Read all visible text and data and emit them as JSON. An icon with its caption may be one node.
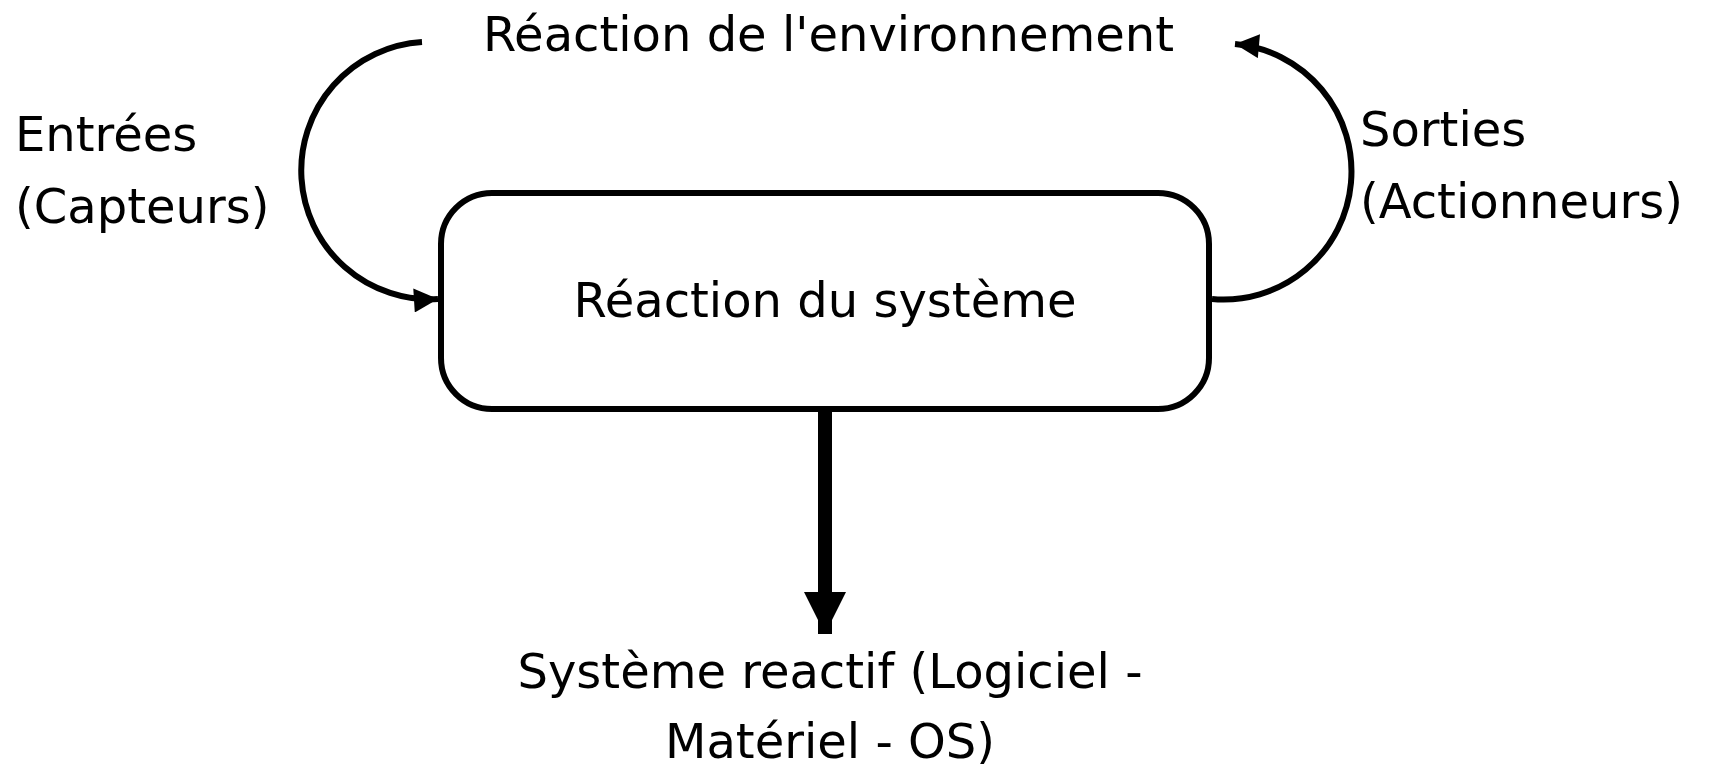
{
  "diagram": {
    "nodes": [
      {
        "text": [
          "Réaction de l'environnement"
        ]
      },
      {
        "text": [
          "Réaction du système"
        ]
      },
      {
        "text": [
          "Système reactif (Logiciel - Matériel - OS)"
        ]
      }
    ],
    "edges": [
      {
        "from": 0,
        "to": 1,
        "arrow": "to",
        "label": "Entrées (Capteurs)"
      },
      {
        "from": 1,
        "to": 0,
        "arrow": "to",
        "label": "Sorties (Actionneurs)"
      },
      {
        "from": 1,
        "to": 2,
        "arrow": "to",
        "style": "thick"
      }
    ]
  }
}
